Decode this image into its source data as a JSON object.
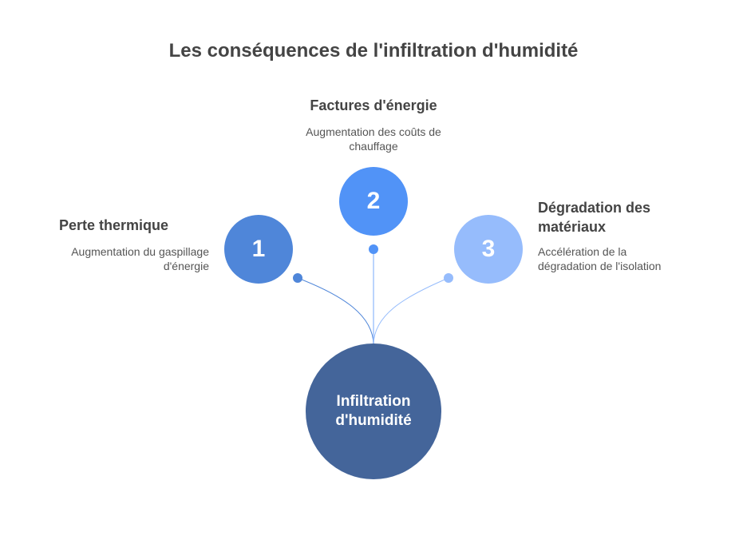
{
  "title": "Les conséquences de l'infiltration d'humidité",
  "center": {
    "label": "Infiltration d'humidité",
    "color": "#44659a"
  },
  "items": [
    {
      "number": "1",
      "title": "Perte thermique",
      "description": "Augmentation du gaspillage d'énergie",
      "color": "#4f86d9"
    },
    {
      "number": "2",
      "title": "Factures d'énergie",
      "description": "Augmentation des coûts de chauffage",
      "color": "#5193f7"
    },
    {
      "number": "3",
      "title": "Dégradation des matériaux",
      "description": "Accélération de la dégradation de l'isolation",
      "color": "#96bcfc"
    }
  ]
}
